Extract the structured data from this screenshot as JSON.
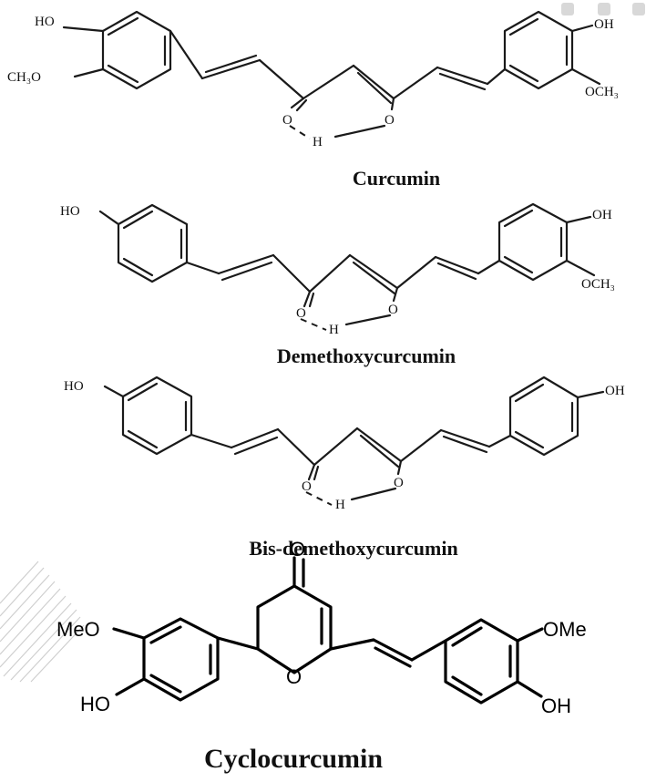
{
  "figure": {
    "compounds": [
      {
        "id": "curcumin",
        "name": "Curcumin",
        "atoms": {
          "left_top": "HO",
          "left_bottom": "CH₃O",
          "right_top": "OH",
          "right_bottom": "OCH₃",
          "ketone_o": "O",
          "enol_o": "O",
          "h_bridge": "H"
        }
      },
      {
        "id": "demethoxycurcumin",
        "name": "Demethoxycurcumin",
        "atoms": {
          "left_top": "HO",
          "right_top": "OH",
          "right_bottom": "OCH₃",
          "ketone_o": "O",
          "enol_o": "O",
          "h_bridge": "H"
        }
      },
      {
        "id": "bis-demethoxycurcumin",
        "name": "Bis-demethoxycurcumin",
        "atoms": {
          "left_top": "HO",
          "right_top": "OH",
          "ketone_o": "O",
          "enol_o": "O",
          "h_bridge": "H"
        }
      },
      {
        "id": "cyclocurcumin",
        "name": "Cyclocurcumin",
        "atoms": {
          "ketone_o": "O",
          "ring_o": "O",
          "left_top": "MeO",
          "left_bottom": "HO",
          "right_top": "OMe",
          "right_bottom": "OH"
        }
      }
    ]
  }
}
